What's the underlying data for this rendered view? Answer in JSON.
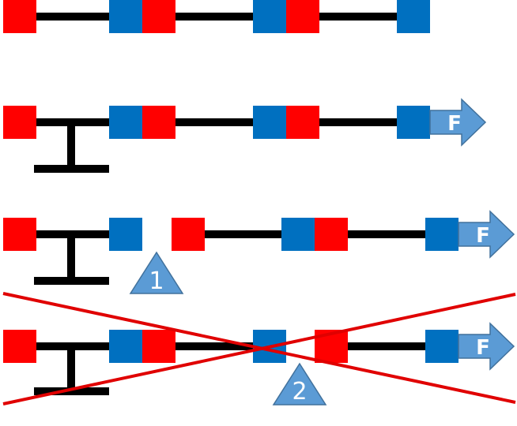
{
  "colors": {
    "red_block": "#ff0000",
    "blue_block": "#0070c0",
    "link": "#000000",
    "arrow_fill": "#5b9bd5",
    "arrow_stroke": "#41719c",
    "triangle_fill": "#5b9bd5",
    "cross": "#e00000"
  },
  "rows": [
    {
      "id": "row1",
      "force_label": null
    },
    {
      "id": "row2",
      "force_label": "F"
    },
    {
      "id": "row3",
      "force_label": "F",
      "marker_label": "1"
    },
    {
      "id": "row4",
      "force_label": "F",
      "marker_label": "2"
    }
  ]
}
